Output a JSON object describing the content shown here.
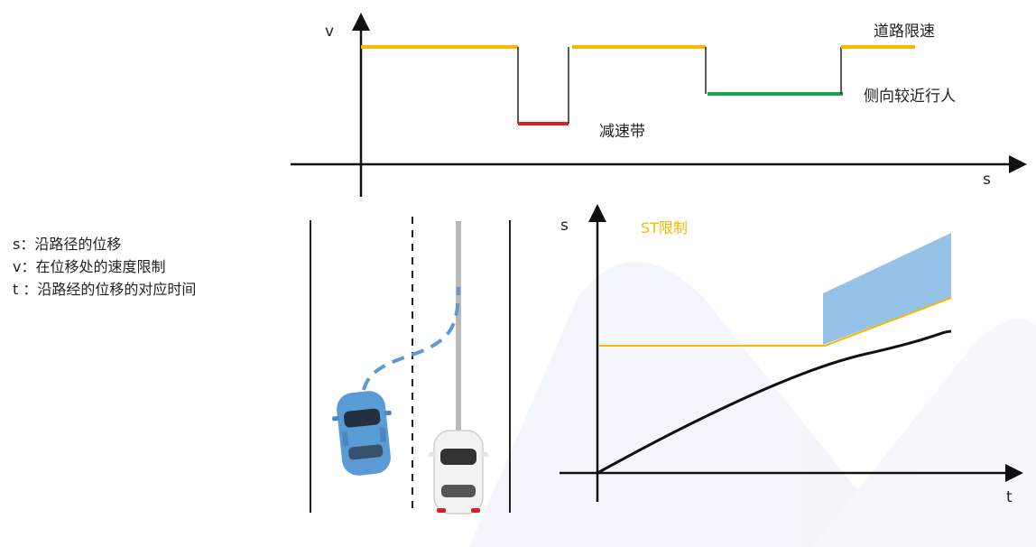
{
  "colors": {
    "speed_limit": "#f5b800",
    "speed_bump": "#e02020",
    "pedestrian": "#1aa050",
    "axis": "#111111",
    "st_region": "#8cbbe6",
    "ego_car": "#f2f2f2",
    "other_car": "#5b9bd5",
    "lane_line": "#222222",
    "watermark": "#e6edf9"
  },
  "top_chart": {
    "y_axis_label": "v",
    "x_axis_label": "s",
    "annotations": {
      "road_limit": "道路限速",
      "speed_bump": "减速带",
      "pedestrian": "侧向较近行人"
    }
  },
  "bottom_chart": {
    "y_axis_label": "s",
    "x_axis_label": "t",
    "limit_label": "ST限制"
  },
  "legend": {
    "s": "s：沿路径的位移",
    "v": "v：在位移处的速度限制",
    "t": "t ：沿路经的位移的对应时间"
  },
  "icons": {
    "ego_car": "car-top-view-icon",
    "other_car": "car-top-view-icon"
  }
}
